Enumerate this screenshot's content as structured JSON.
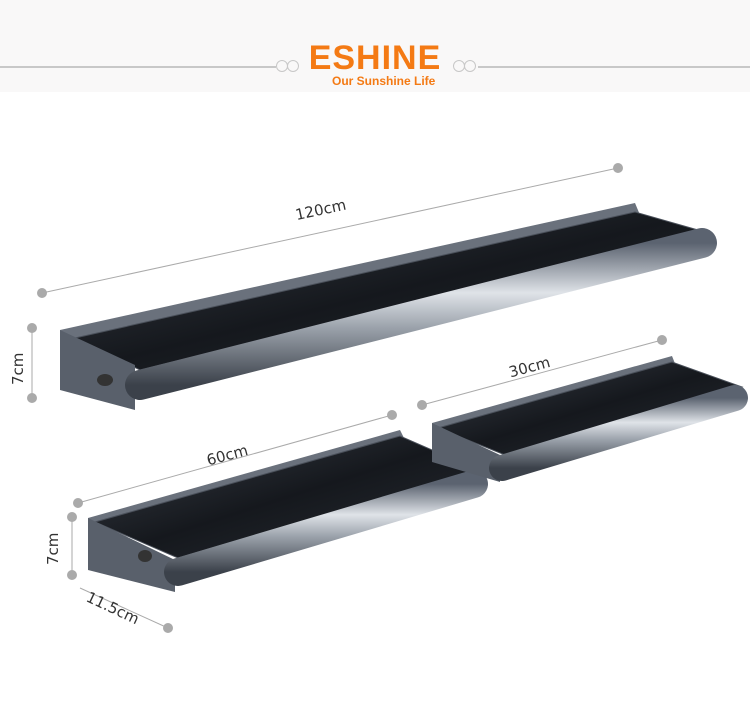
{
  "brand": {
    "name": "ESHINE",
    "slogan": "Our Sunshine Life",
    "color": "#f47a14"
  },
  "dimensions": {
    "large_length": "120cm",
    "large_height": "7cm",
    "medium_length": "60cm",
    "medium_height": "7cm",
    "medium_depth": "11.5cm",
    "small_length": "30cm"
  }
}
